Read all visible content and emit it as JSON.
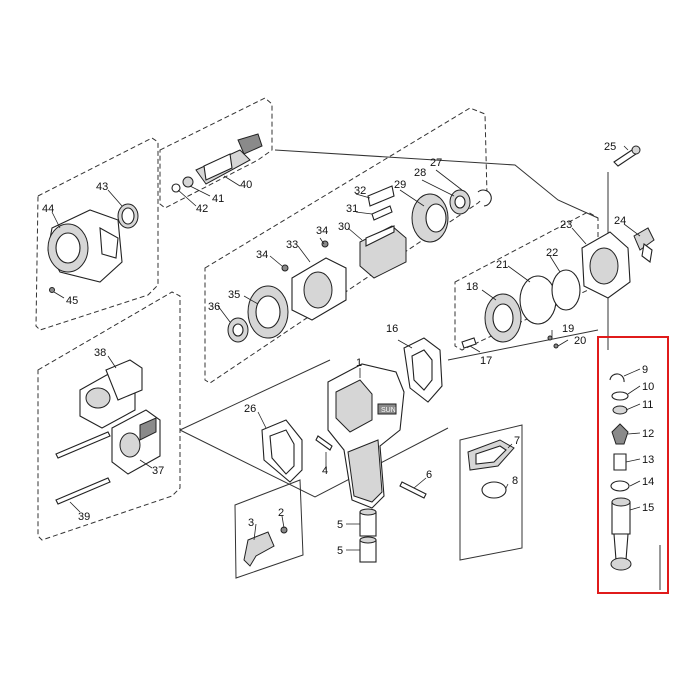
{
  "highlight_color": "#e01b1b",
  "brand_badge": "SUN",
  "labels": {
    "p1": "1",
    "p2": "2",
    "p3": "3",
    "p4": "4",
    "p5a": "5",
    "p5b": "5",
    "p6": "6",
    "p7": "7",
    "p8": "8",
    "p9": "9",
    "p10": "10",
    "p11": "11",
    "p12": "12",
    "p13": "13",
    "p14": "14",
    "p15": "15",
    "p16": "16",
    "p17": "17",
    "p18": "18",
    "p19": "19",
    "p20": "20",
    "p21": "21",
    "p22": "22",
    "p23": "23",
    "p24": "24",
    "p25": "25",
    "p26": "26",
    "p27": "27",
    "p28": "28",
    "p29": "29",
    "p30": "30",
    "p31": "31",
    "p32": "32",
    "p33": "33",
    "p34a": "34",
    "p34b": "34",
    "p35": "35",
    "p36": "36",
    "p37": "37",
    "p38": "38",
    "p39": "39",
    "p40": "40",
    "p41": "41",
    "p42": "42",
    "p43": "43",
    "p44": "44",
    "p45": "45"
  }
}
